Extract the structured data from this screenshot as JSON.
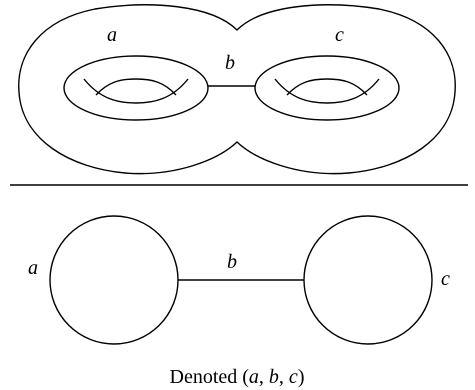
{
  "surface": {
    "labels": {
      "a": "a",
      "b": "b",
      "c": "c"
    }
  },
  "graph": {
    "labels": {
      "a": "a",
      "b": "b",
      "c": "c"
    }
  },
  "caption": {
    "prefix": "Denoted (",
    "a": "a",
    "sep1": ", ",
    "b": "b",
    "sep2": ", ",
    "c": "c",
    "suffix": ")"
  }
}
